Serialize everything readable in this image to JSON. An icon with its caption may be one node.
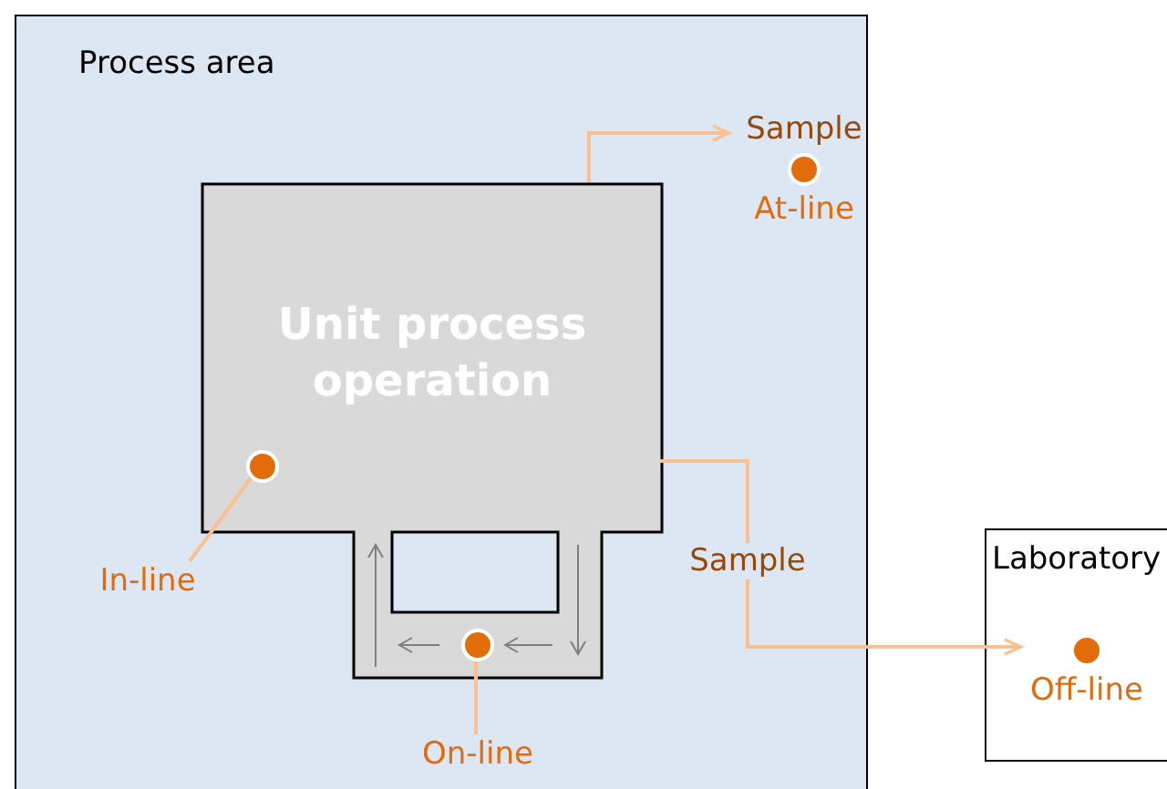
{
  "diagram": {
    "nodes": [
      {
        "text": [
          "Process area"
        ]
      },
      {
        "text": [
          "Unit process operation"
        ],
        "in": 0
      },
      {
        "text": [
          "Sample",
          "At-line"
        ],
        "in": 0
      },
      {
        "text": [],
        "shape": "circle",
        "in": 1
      },
      {
        "text": [
          "In-line"
        ],
        "in": 0
      },
      {
        "text": [],
        "shape": "circle",
        "in": 1
      },
      {
        "text": [
          "On-line"
        ],
        "in": 0
      },
      {
        "text": [
          "Laboratory"
        ]
      },
      {
        "text": [
          "Off-line"
        ],
        "in": 7
      }
    ],
    "edges": [
      {
        "from": 1,
        "to": 2,
        "arrow": "to"
      },
      {
        "from": 1,
        "to": 8,
        "arrow": "to",
        "label": "Sample"
      },
      {
        "from": 4,
        "to": 3,
        "arrow": "none"
      },
      {
        "from": 6,
        "to": 5,
        "arrow": "none"
      }
    ]
  }
}
